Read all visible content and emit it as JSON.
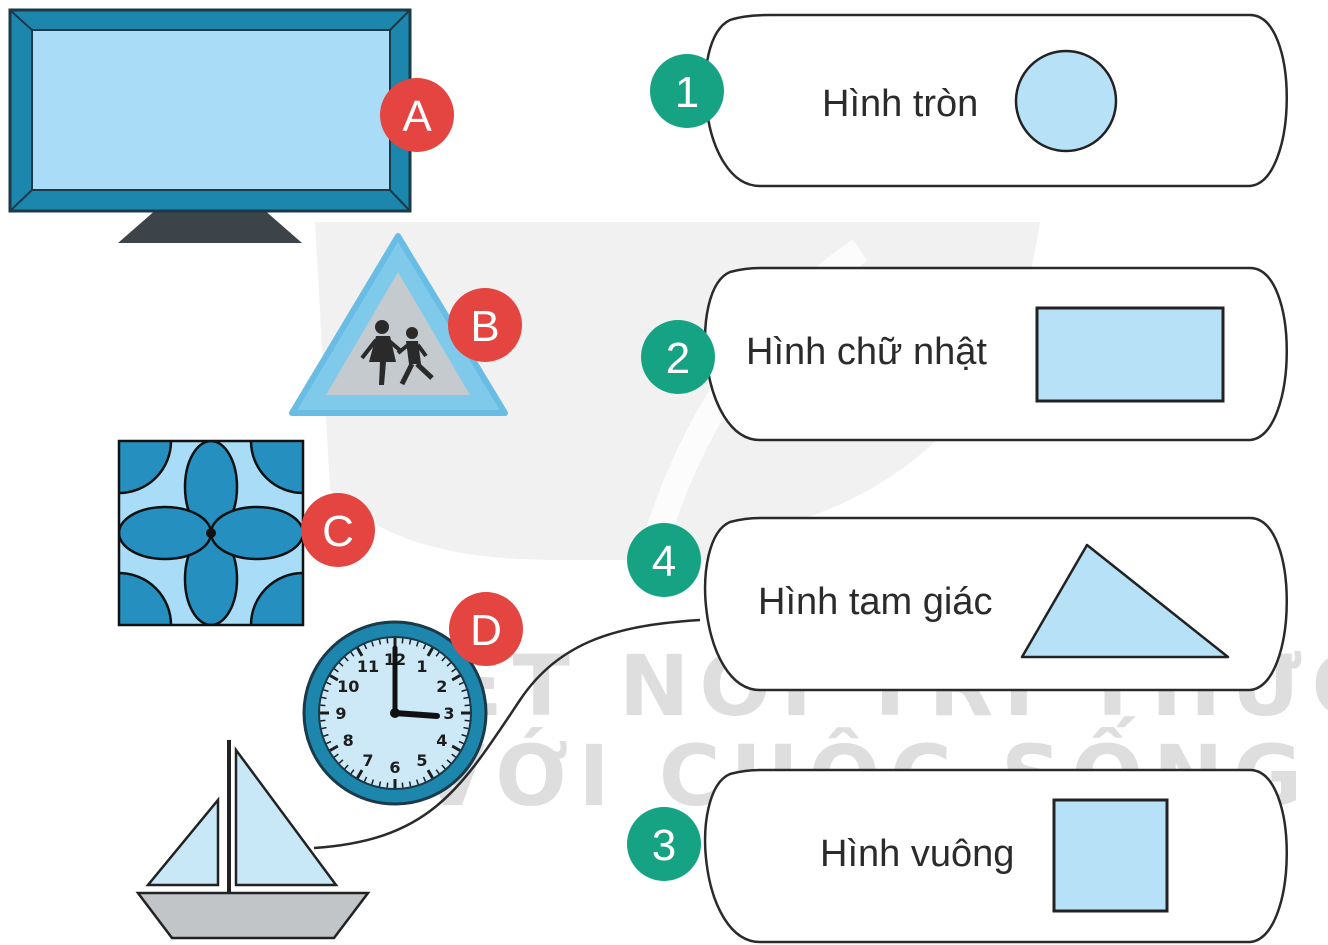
{
  "watermark": {
    "line1": "KẾT NỐI TRI THỨC",
    "line2": "VỚI CUỘC SỐNG"
  },
  "objects": [
    {
      "id": "A",
      "badge": "A",
      "depicts": "tv-monitor"
    },
    {
      "id": "B",
      "badge": "B",
      "depicts": "school-crossing-sign"
    },
    {
      "id": "C",
      "badge": "C",
      "depicts": "patterned-tile"
    },
    {
      "id": "D",
      "badge": "D",
      "depicts": "wall-clock"
    }
  ],
  "boat": {
    "depicts": "sailboat"
  },
  "clock_numbers": [
    "12",
    "1",
    "2",
    "3",
    "4",
    "5",
    "6",
    "7",
    "8",
    "9",
    "10",
    "11"
  ],
  "shapes": [
    {
      "number": "1",
      "label": "Hình tròn",
      "shape": "circle"
    },
    {
      "number": "2",
      "label": "Hình chữ nhật",
      "shape": "rectangle"
    },
    {
      "number": "4",
      "label": "Hình tam giác",
      "shape": "triangle"
    },
    {
      "number": "3",
      "label": "Hình vuông",
      "shape": "square"
    }
  ],
  "colors": {
    "shape_fill": "#b7e1f7",
    "screen": "#a9dcf6",
    "frame": "#1d86ad",
    "badge_red": "#e54540",
    "badge_green": "#15a383",
    "tile": "#2590bf",
    "watermark": "#d3d3d3"
  }
}
